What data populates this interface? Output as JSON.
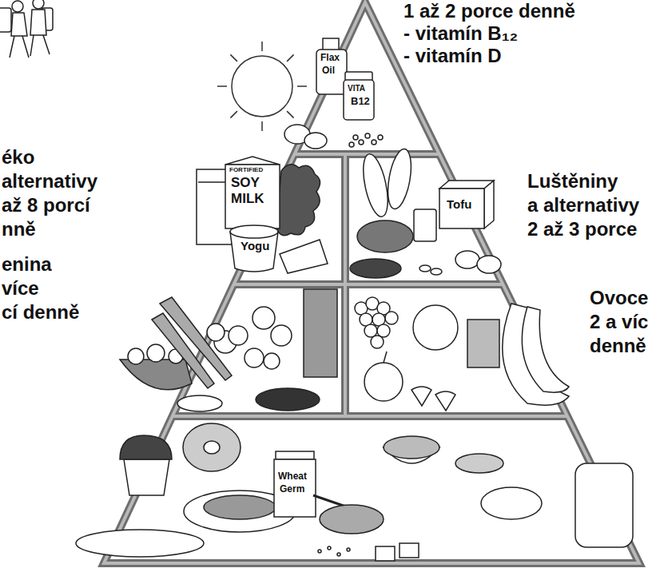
{
  "diagram": {
    "labels": [
      "1 až 2 porce denně",
      "- vitamín B₁₂",
      "- vitamín D",
      "éko",
      "alternativy",
      "až 8 porcí",
      "nně",
      "enina",
      "více",
      "cí denně",
      "Luštěniny",
      "a alternativy",
      "2 až 3 porce",
      "Ovoce",
      "2 a víc",
      "denně",
      "Flax",
      "Oil",
      "VITA",
      "B12",
      "FORTIFIED",
      "SOY",
      "MILK",
      "Yogu",
      "Tofu",
      "Wheat",
      "Germ"
    ]
  }
}
